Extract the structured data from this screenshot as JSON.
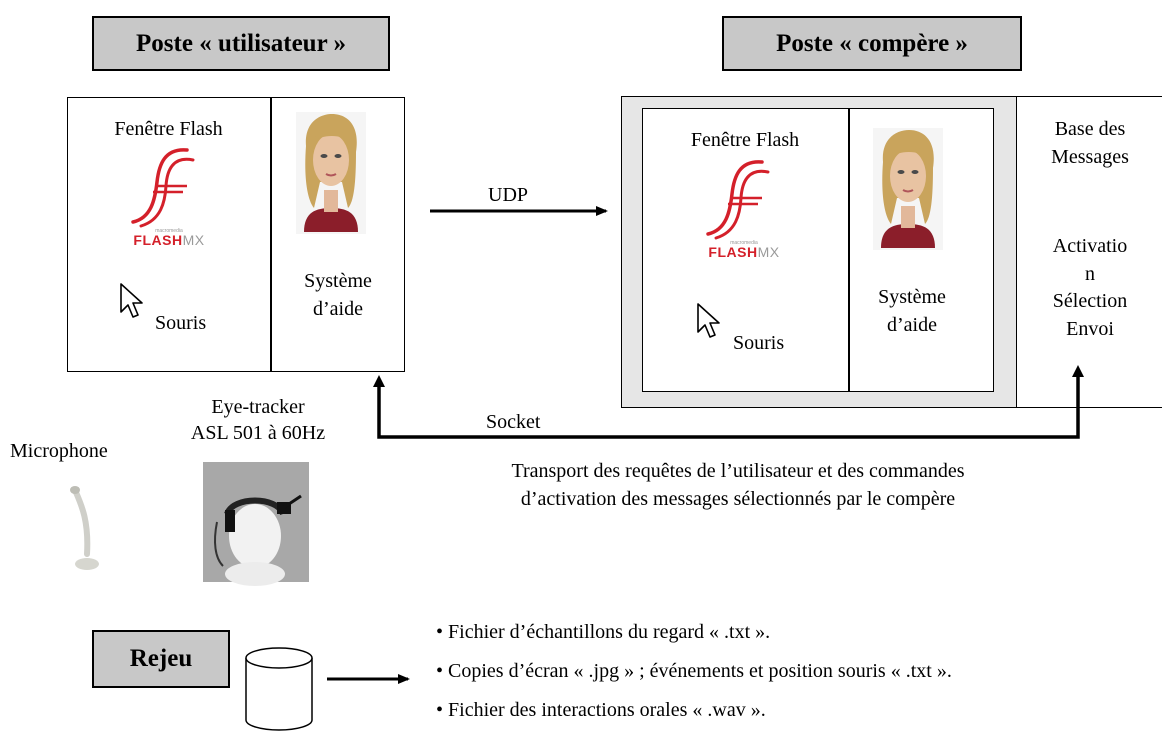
{
  "user_station": {
    "title": "Poste « utilisateur »",
    "flash_window_label": "Fenêtre Flash",
    "flash_logo_brand": "FLASH",
    "flash_logo_suffix": "MX",
    "flash_logo_small": "macromedia",
    "mouse_label": "Souris",
    "help_system_line1": "Système",
    "help_system_line2": "d’aide"
  },
  "compere_station": {
    "title": "Poste « compère »",
    "flash_window_label": "Fenêtre Flash",
    "flash_logo_brand": "FLASH",
    "flash_logo_suffix": "MX",
    "flash_logo_small": "macromedia",
    "mouse_label": "Souris",
    "help_system_line1": "Système",
    "help_system_line2": "d’aide",
    "message_base_line1": "Base des",
    "message_base_line2": "Messages",
    "actions_line1": "Activatio",
    "actions_line2": "n",
    "actions_line3": "Sélection",
    "actions_line4": "Envoi"
  },
  "links": {
    "udp_label": "UDP",
    "socket_label": "Socket",
    "socket_description_line1": "Transport des requêtes de l’utilisateur et des commandes",
    "socket_description_line2": "d’activation des messages sélectionnés par le compère"
  },
  "devices": {
    "eye_tracker_line1": "Eye-tracker",
    "eye_tracker_line2": "ASL 501 à 60Hz",
    "microphone_label": "Microphone"
  },
  "replay": {
    "title": "Rejeu",
    "files": [
      "Fichier d’échantillons du regard « .txt ».",
      "Copies d’écran « .jpg » ; événements et position souris « .txt ».",
      "Fichier des interactions orales « .wav »."
    ]
  },
  "colors": {
    "title_box_fill": "#c8c8c8",
    "compere_panel_fill": "#e6e6e6",
    "flash_red": "#d4202a"
  }
}
